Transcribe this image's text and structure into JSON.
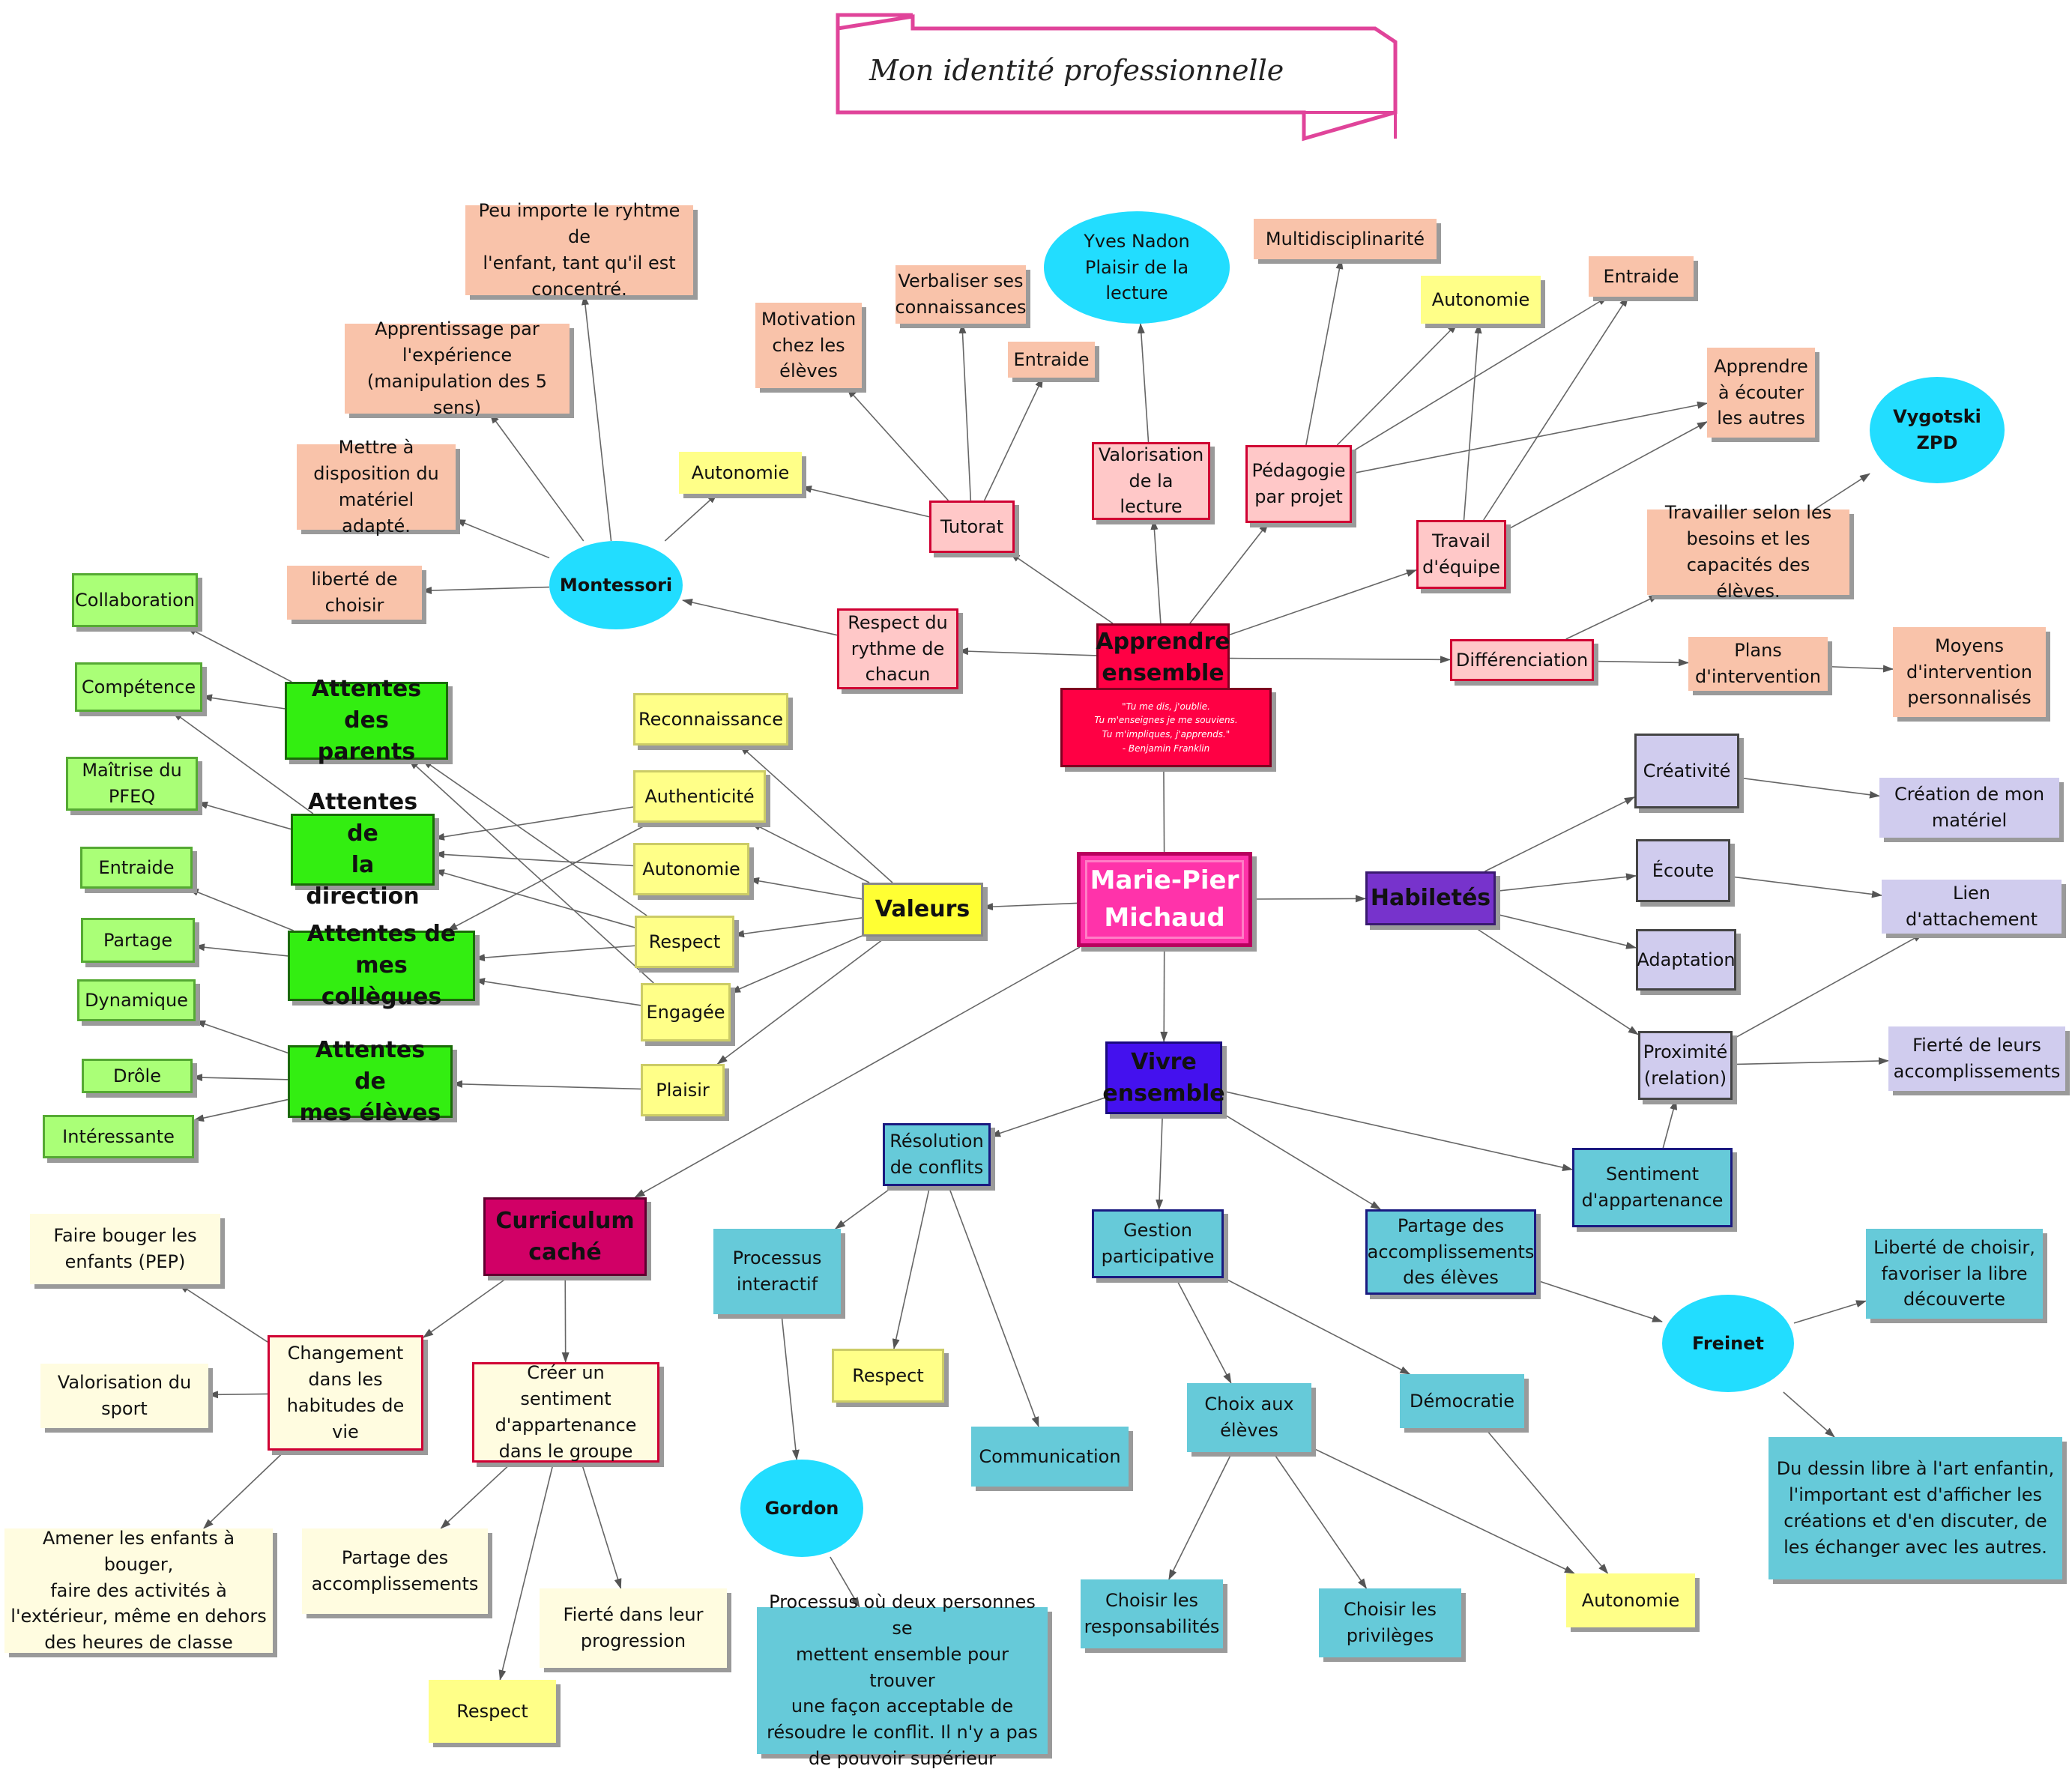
{
  "title": "Mon identité professionnelle",
  "colors": {
    "center": "#ff33aa",
    "value": "#ffff33",
    "green": "#33ee11",
    "lightgreen": "#aaff77",
    "yellowNote": "#ffffa0",
    "red": "#ff0044",
    "salmon": "#f9c3aa",
    "pinkBox": "#ffc8c8",
    "purple": "#7733cc",
    "lavender": "#d0ccee",
    "blue": "#4411ee",
    "cyan": "#66cad9",
    "cloud": "#22ddff",
    "magenta": "#d10066",
    "cream": "#fffce0"
  },
  "nodes": {
    "center": "Marie-Pier\nMichaud",
    "valeurs": "Valeurs",
    "habiletes": "Habiletés",
    "vivre": "Vivre\nensemble",
    "apprendre": "Apprendre\nensemble",
    "quote": "\"Tu me dis, j'oublie.\nTu m'enseignes je me souviens.\nTu m'impliques, j'apprends.\"\n- Benjamin Franklin",
    "curriculum": "Curriculum\ncaché",
    "reconnaissance": "Reconnaissance",
    "authenticite": "Authenticité",
    "autonomie_v": "Autonomie",
    "respect_v": "Respect",
    "engagee": "Engagée",
    "plaisir": "Plaisir",
    "att_parents": "Attentes des\nparents",
    "att_direction": "Attentes de\nla direction",
    "att_collegues": "Attentes de\nmes collègues",
    "att_eleves": "Attentes de\nmes élèves",
    "collaboration": "Collaboration",
    "competence": "Compétence",
    "pfeq": "Maîtrise du\nPFEQ",
    "entraide_g": "Entraide",
    "partage_g": "Partage",
    "dynamique": "Dynamique",
    "drole": "Drôle",
    "interessante": "Intéressante",
    "respect_rythme": "Respect du\nrythme de\nchacun",
    "montessori": "Montessori",
    "liberte_choisir": "liberté de\nchoisir",
    "materiel": "Mettre à\ndisposition du\nmatériel adapté.",
    "apprentissage": "Apprentissage  par\nl'expérience\n(manipulation des 5 sens)",
    "peu_importe": "Peu importe le ryhtme de\nl'enfant,  tant qu'il est\nconcentré.",
    "autonomie_m": "Autonomie",
    "tutorat": "Tutorat",
    "motivation": "Motivation\nchez les\nélèves",
    "verbaliser": "Verbaliser ses\nconnaissances",
    "entraide_t": "Entraide",
    "valorisation_lecture": "Valorisation\nde la lecture",
    "nadon": "Yves Nadon\nPlaisir de la\nlecture",
    "pedagogie": "Pédagogie\npar projet",
    "multidisciplinarite": "Multidisciplinarité",
    "autonomie_p": "Autonomie",
    "entraide_p": "Entraide",
    "apprendre_ecouter": "Apprendre\nà écouter\nles autres",
    "travail_equipe": "Travail\nd'équipe",
    "differenciation": "Différenciation",
    "plans": "Plans\nd'intervention",
    "moyens": "Moyens\nd'intervention\npersonnalisés",
    "travailler_selon": "Travailler  selon les\nbesoins et les\ncapacités des élèves.",
    "vygotski": "Vygotski\nZPD",
    "creativite": "Créativité",
    "ecoute": "Écoute",
    "adaptation": "Adaptation",
    "proximite": "Proximité\n(relation)",
    "creation_materiel": "Création de mon\nmatériel",
    "lien": "Lien d'attachement",
    "fierte_accomp": "Fierté de leurs\naccomplissements",
    "sentiment_app": "Sentiment\nd'appartenance",
    "resolution": "Résolution\nde conflits",
    "processus": "Processus\ninteractif",
    "respect_r": "Respect",
    "communication": "Communication",
    "gordon": "Gordon",
    "gordon_text": "Processus où deux personnes se\nmettent ensemble pour trouver\nune façon acceptable de\nrésoudre le conflit. Il n'y a pas\nde pouvoir supérieur",
    "gestion": "Gestion\nparticipative",
    "choix": "Choix aux\nélèves",
    "choisir_resp": "Choisir les\nresponsabilités",
    "choisir_priv": "Choisir les\nprivilèges",
    "autonomie_c": "Autonomie",
    "democratie": "Démocratie",
    "partage_acc": "Partage des\naccomplissements\ndes élèves",
    "freinet": "Freinet",
    "liberte_freinet": "Liberté de choisir,\nfavoriser la libre\ndécouverte",
    "dessin": "Du dessin libre à l'art enfantin,\nl'important est  d'afficher les\ncréations et d'en discuter, de\nles échanger avec les autres.",
    "faire_bouger": "Faire bouger les\nenfants (PEP)",
    "valorisation_sport": "Valorisation du\nsport",
    "changement": "Changement\ndans les\nhabitudes de vie",
    "amener": "Amener les enfants à bouger,\nfaire des activités à\nl'extérieur, même en dehors\ndes heures de classe",
    "creer_sentiment": "Créer un sentiment\nd'appartenance\ndans le groupe",
    "partage_c": "Partage  des\naccomplissements",
    "fierte_progression": "Fierté dans leur\nprogression",
    "respect_c": "Respect"
  },
  "edges": [
    [
      "center",
      "apprendre"
    ],
    [
      "center",
      "valeurs"
    ],
    [
      "center",
      "habiletes"
    ],
    [
      "center",
      "vivre"
    ],
    [
      "center",
      "curriculum"
    ],
    [
      "valeurs",
      "reconnaissance"
    ],
    [
      "valeurs",
      "authenticite"
    ],
    [
      "valeurs",
      "autonomie_v"
    ],
    [
      "valeurs",
      "respect_v"
    ],
    [
      "valeurs",
      "engagee"
    ],
    [
      "valeurs",
      "plaisir"
    ],
    [
      "authenticite",
      "att_direction"
    ],
    [
      "authenticite",
      "att_collegues"
    ],
    [
      "autonomie_v",
      "att_direction"
    ],
    [
      "respect_v",
      "att_direction"
    ],
    [
      "respect_v",
      "att_parents"
    ],
    [
      "engagee",
      "att_parents"
    ],
    [
      "engagee",
      "att_collegues"
    ],
    [
      "plaisir",
      "att_eleves"
    ],
    [
      "respect_v",
      "att_collegues"
    ],
    [
      "att_parents",
      "collaboration"
    ],
    [
      "att_parents",
      "competence"
    ],
    [
      "att_direction",
      "competence"
    ],
    [
      "att_direction",
      "pfeq"
    ],
    [
      "att_collegues",
      "entraide_g"
    ],
    [
      "att_collegues",
      "partage_g"
    ],
    [
      "att_eleves",
      "dynamique"
    ],
    [
      "att_eleves",
      "drole"
    ],
    [
      "att_eleves",
      "interessante"
    ],
    [
      "apprendre",
      "respect_rythme"
    ],
    [
      "apprendre",
      "tutorat"
    ],
    [
      "apprendre",
      "valorisation_lecture"
    ],
    [
      "apprendre",
      "pedagogie"
    ],
    [
      "apprendre",
      "travail_equipe"
    ],
    [
      "apprendre",
      "differenciation"
    ],
    [
      "respect_rythme",
      "montessori"
    ],
    [
      "montessori",
      "liberte_choisir"
    ],
    [
      "montessori",
      "materiel"
    ],
    [
      "montessori",
      "apprentissage"
    ],
    [
      "montessori",
      "peu_importe"
    ],
    [
      "montessori",
      "autonomie_m"
    ],
    [
      "tutorat",
      "autonomie_m"
    ],
    [
      "tutorat",
      "motivation"
    ],
    [
      "tutorat",
      "verbaliser"
    ],
    [
      "tutorat",
      "entraide_t"
    ],
    [
      "valorisation_lecture",
      "nadon"
    ],
    [
      "pedagogie",
      "multidisciplinarite"
    ],
    [
      "pedagogie",
      "autonomie_p"
    ],
    [
      "pedagogie",
      "entraide_p"
    ],
    [
      "pedagogie",
      "apprendre_ecouter"
    ],
    [
      "travail_equipe",
      "autonomie_p"
    ],
    [
      "travail_equipe",
      "entraide_p"
    ],
    [
      "travail_equipe",
      "apprendre_ecouter"
    ],
    [
      "differenciation",
      "plans"
    ],
    [
      "plans",
      "moyens"
    ],
    [
      "differenciation",
      "travailler_selon"
    ],
    [
      "travailler_selon",
      "vygotski"
    ],
    [
      "habiletes",
      "creativite"
    ],
    [
      "habiletes",
      "ecoute"
    ],
    [
      "habiletes",
      "adaptation"
    ],
    [
      "habiletes",
      "proximite"
    ],
    [
      "creativite",
      "creation_materiel"
    ],
    [
      "ecoute",
      "lien"
    ],
    [
      "proximite",
      "lien"
    ],
    [
      "proximite",
      "fierte_accomp"
    ],
    [
      "sentiment_app",
      "proximite"
    ],
    [
      "vivre",
      "resolution"
    ],
    [
      "vivre",
      "gestion"
    ],
    [
      "vivre",
      "partage_acc"
    ],
    [
      "vivre",
      "sentiment_app"
    ],
    [
      "resolution",
      "processus"
    ],
    [
      "resolution",
      "respect_r"
    ],
    [
      "resolution",
      "communication"
    ],
    [
      "processus",
      "gordon"
    ],
    [
      "gordon",
      "gordon_text"
    ],
    [
      "gestion",
      "choix"
    ],
    [
      "gestion",
      "democratie"
    ],
    [
      "choix",
      "choisir_resp"
    ],
    [
      "choix",
      "choisir_priv"
    ],
    [
      "choix",
      "autonomie_c"
    ],
    [
      "democratie",
      "autonomie_c"
    ],
    [
      "partage_acc",
      "freinet"
    ],
    [
      "freinet",
      "liberte_freinet"
    ],
    [
      "freinet",
      "dessin"
    ],
    [
      "curriculum",
      "changement"
    ],
    [
      "curriculum",
      "creer_sentiment"
    ],
    [
      "changement",
      "faire_bouger"
    ],
    [
      "changement",
      "valorisation_sport"
    ],
    [
      "changement",
      "amener"
    ],
    [
      "creer_sentiment",
      "partage_c"
    ],
    [
      "creer_sentiment",
      "fierte_progression"
    ],
    [
      "creer_sentiment",
      "respect_c"
    ]
  ]
}
